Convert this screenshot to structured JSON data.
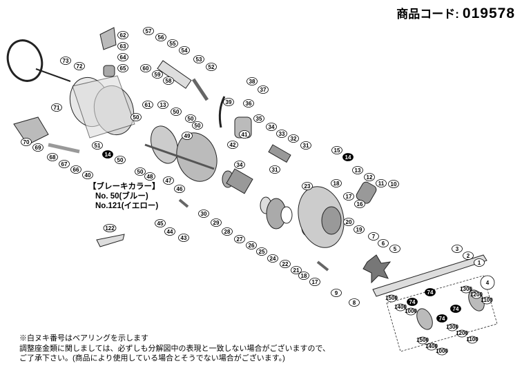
{
  "product_code": {
    "label": "商品コード:",
    "value": "019578"
  },
  "brake_colors": {
    "title": "【ブレーキカラー】",
    "items": [
      "No.  50(ブルー)",
      "No.121(イエロー)"
    ]
  },
  "notes": [
    "※白ヌキ番号はベアリングを示します",
    "調整座金類に関しましては、必ずしも分解図中の表現と一致しない場合がございますので、",
    "ご了承下さい。(商品により使用している場合とそうでない場合がございます。)"
  ],
  "callouts": [
    {
      "label": "62"
    },
    {
      "label": "63"
    },
    {
      "label": "64"
    },
    {
      "label": "65"
    },
    {
      "label": "57"
    },
    {
      "label": "56"
    },
    {
      "label": "55"
    },
    {
      "label": "54"
    },
    {
      "label": "53"
    },
    {
      "label": "52"
    },
    {
      "label": "60"
    },
    {
      "label": "59"
    },
    {
      "label": "58"
    },
    {
      "label": "73"
    },
    {
      "label": "72"
    },
    {
      "label": "71"
    },
    {
      "label": "61"
    },
    {
      "label": "13"
    },
    {
      "label": "50"
    },
    {
      "label": "50"
    },
    {
      "label": "50"
    },
    {
      "label": "49"
    },
    {
      "label": "50"
    },
    {
      "label": "51"
    },
    {
      "label": "14",
      "filled": true
    },
    {
      "label": "50"
    },
    {
      "label": "50"
    },
    {
      "label": "48"
    },
    {
      "label": "47"
    },
    {
      "label": "46"
    },
    {
      "label": "70"
    },
    {
      "label": "69"
    },
    {
      "label": "68"
    },
    {
      "label": "67"
    },
    {
      "label": "66"
    },
    {
      "label": "40"
    },
    {
      "label": "38"
    },
    {
      "label": "37"
    },
    {
      "label": "39"
    },
    {
      "label": "36"
    },
    {
      "label": "35"
    },
    {
      "label": "34"
    },
    {
      "label": "33"
    },
    {
      "label": "32"
    },
    {
      "label": "31"
    },
    {
      "label": "42"
    },
    {
      "label": "41"
    },
    {
      "label": "34"
    },
    {
      "label": "31"
    },
    {
      "label": "15"
    },
    {
      "label": "14",
      "filled": true
    },
    {
      "label": "13"
    },
    {
      "label": "12"
    },
    {
      "label": "11"
    },
    {
      "label": "10"
    },
    {
      "label": "18"
    },
    {
      "label": "17"
    },
    {
      "label": "16"
    },
    {
      "label": "20"
    },
    {
      "label": "19"
    },
    {
      "label": "7"
    },
    {
      "label": "6"
    },
    {
      "label": "5"
    },
    {
      "label": "23"
    },
    {
      "label": "30"
    },
    {
      "label": "29"
    },
    {
      "label": "28"
    },
    {
      "label": "27"
    },
    {
      "label": "26"
    },
    {
      "label": "25"
    },
    {
      "label": "24"
    },
    {
      "label": "22"
    },
    {
      "label": "21"
    },
    {
      "label": "18"
    },
    {
      "label": "17"
    },
    {
      "label": "9"
    },
    {
      "label": "8"
    },
    {
      "label": "45"
    },
    {
      "label": "44"
    },
    {
      "label": "43"
    },
    {
      "label": "122"
    },
    {
      "label": "3"
    },
    {
      "label": "2"
    },
    {
      "label": "1"
    },
    {
      "label": "4"
    },
    {
      "label": "74",
      "filled": true
    },
    {
      "label": "74",
      "filled": true
    },
    {
      "label": "74",
      "filled": true
    },
    {
      "label": "74",
      "filled": true
    },
    {
      "label": "1500"
    },
    {
      "label": "1400"
    },
    {
      "label": "1000"
    },
    {
      "label": "1300"
    },
    {
      "label": "1200"
    },
    {
      "label": "1100"
    },
    {
      "label": "1500"
    },
    {
      "label": "1400"
    },
    {
      "label": "1000"
    },
    {
      "label": "1300"
    },
    {
      "label": "1200"
    },
    {
      "label": "1100"
    }
  ]
}
